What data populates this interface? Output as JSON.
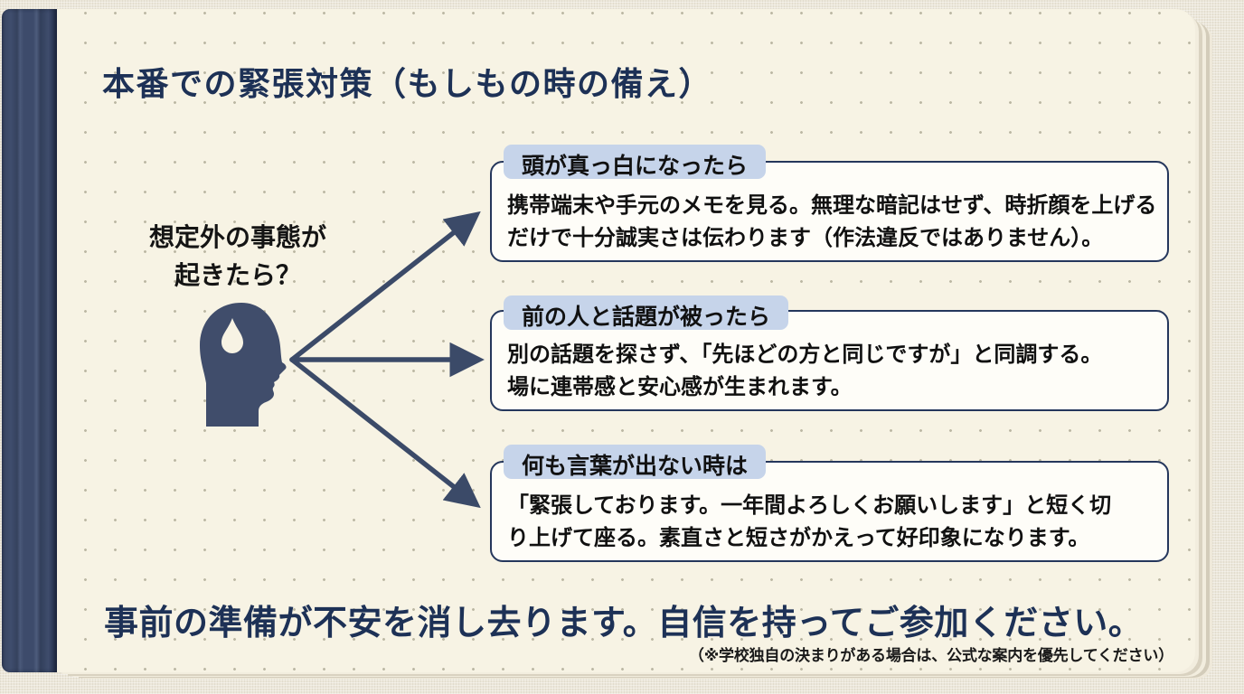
{
  "page": {
    "title": "本番での緊張対策（もしもの時の備え）"
  },
  "diagram": {
    "trigger": {
      "line1": "想定外の事態が",
      "line2": "起きたら？",
      "icon": "worried-head-profile-icon"
    },
    "cards": [
      {
        "badge": "頭が真っ白になったら",
        "line1": "携帯端末や手元のメモを見る。無理な暗記はせず、時折顔を上げる",
        "line2": "だけで十分誠実さは伝わります（作法違反ではありません）。"
      },
      {
        "badge": "前の人と話題が被ったら",
        "line1": "別の話題を探さず、「先ほどの方と同じですが」と同調する。",
        "line2": "場に連帯感と安心感が生まれます。"
      },
      {
        "badge": "何も言葉が出ない時は",
        "line1": "「緊張しております。一年間よろしくお願いします」と短く切",
        "line2": "り上げて座る。素直さと短さがかえって好印象になります。"
      }
    ]
  },
  "footer": {
    "message": "事前の準備が不安を消し去ります。自信を持ってご参加ください。",
    "note": "（※学校独自の決まりがある場合は、公式な案内を優先してください）"
  },
  "colors": {
    "title_navy": "#1d3156",
    "card_border": "#25375c",
    "badge_bg": "#c6d4ea",
    "arrow": "#3b4a68",
    "head_icon": "#404d6b",
    "page_bg": "#f7f3e4",
    "spine_navy": "#3d4b6b",
    "desk_bg": "#ece7da"
  }
}
